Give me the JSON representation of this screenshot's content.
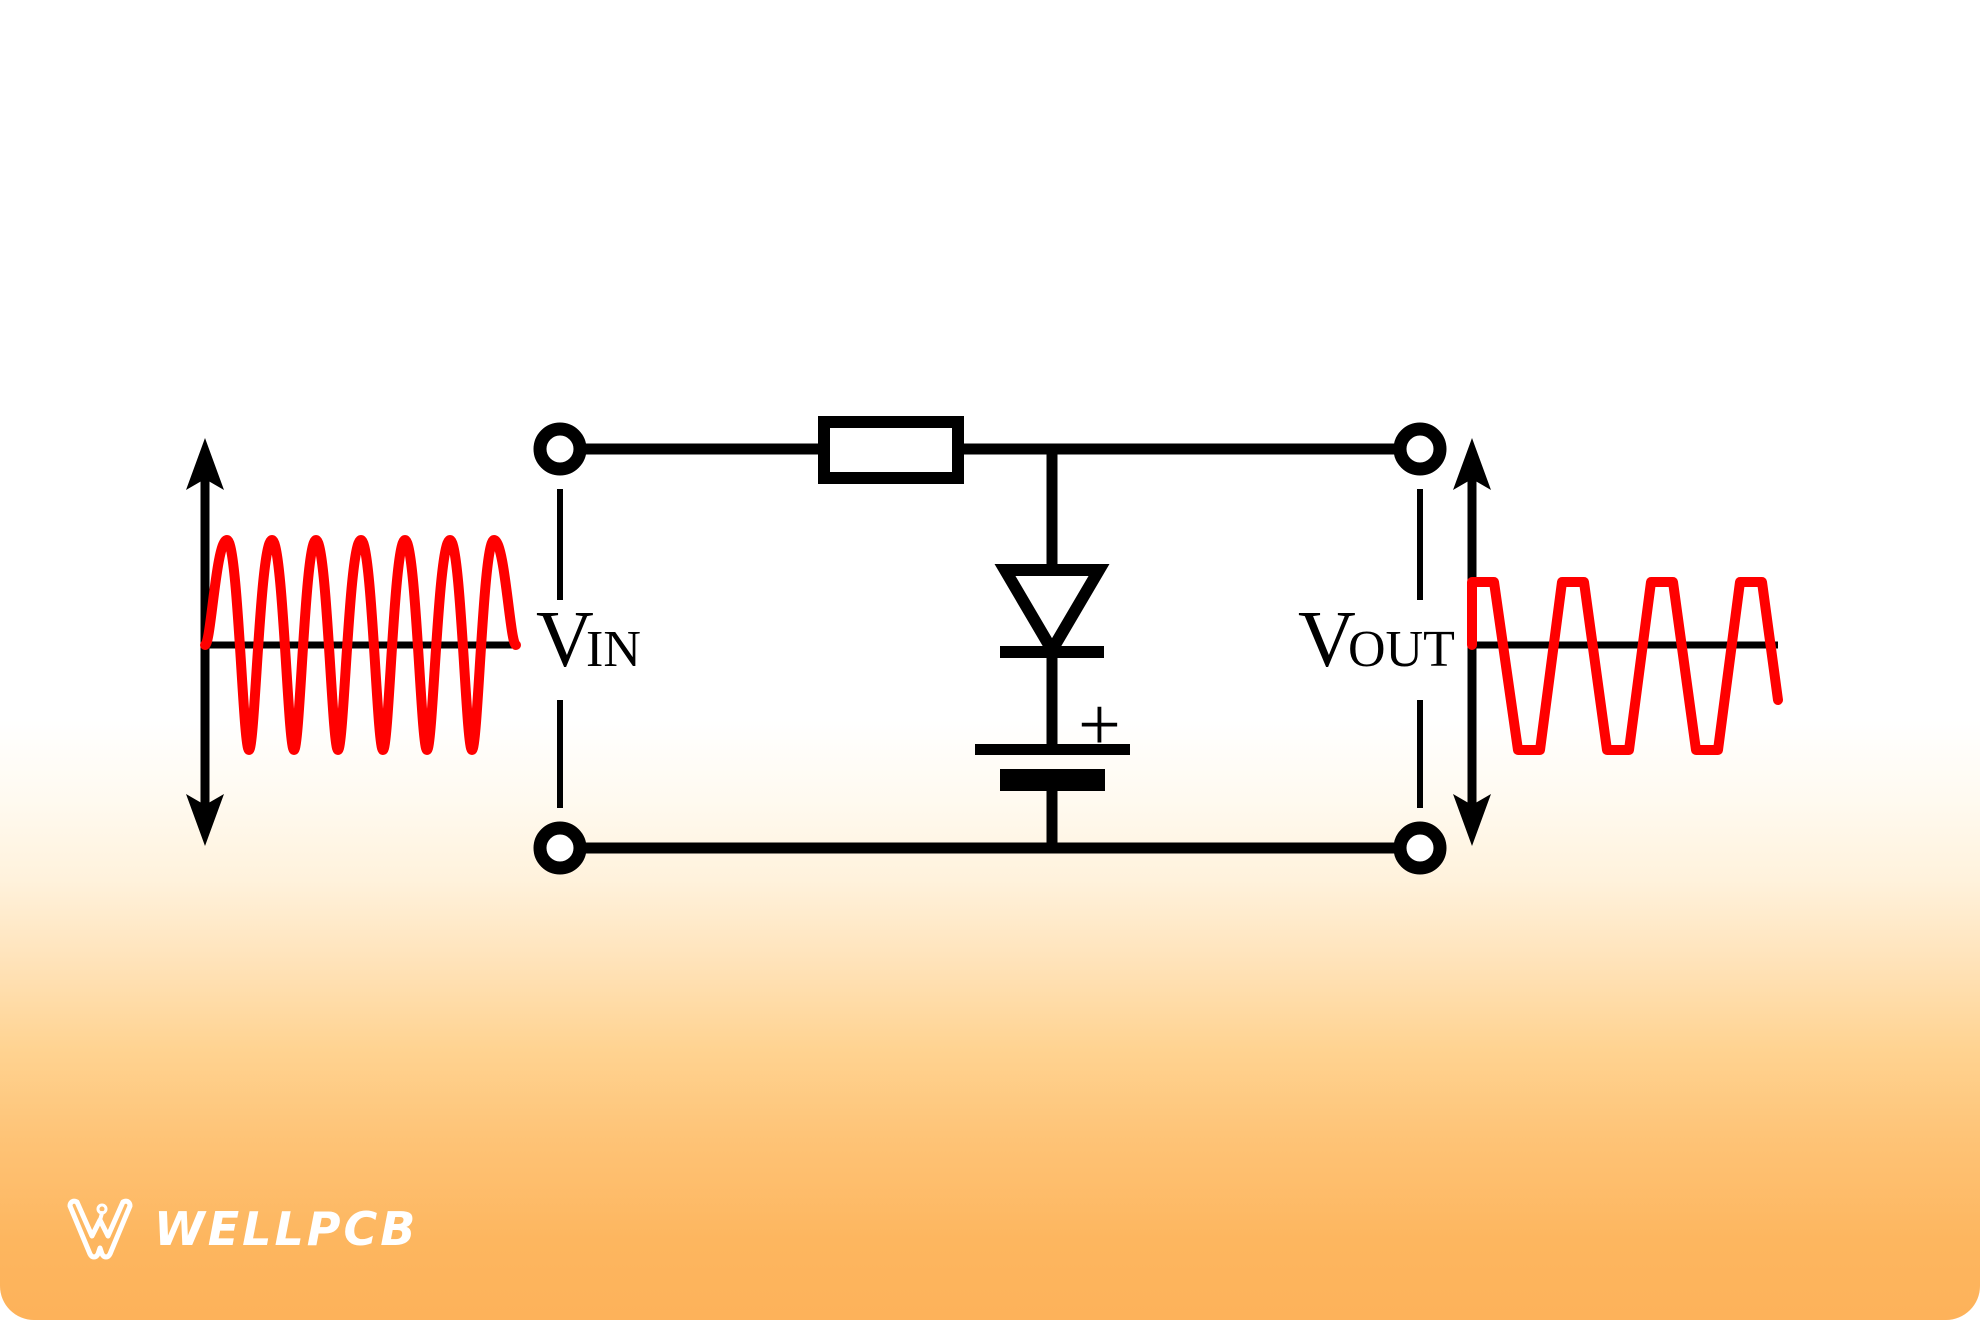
{
  "figure": {
    "title": "Diode clipper circuit with biased shunt diode",
    "background_top_color": "#ffffff",
    "background_bottom_color": "#fdb25a",
    "wire_color": "#000000",
    "waveform_color": "#ff0000"
  },
  "labels": {
    "vin": {
      "main": "V",
      "sub": "IN"
    },
    "vout": {
      "main": "V",
      "sub": "OUT"
    },
    "battery_polarity": "+"
  },
  "components": [
    {
      "name": "series-resistor",
      "type": "resistor",
      "orientation": "horizontal"
    },
    {
      "name": "shunt-diode",
      "type": "diode",
      "orientation": "vertical-cathode-down"
    },
    {
      "name": "bias-battery",
      "type": "battery",
      "orientation": "vertical-positive-up"
    },
    {
      "name": "input-terminal-top",
      "type": "terminal-node"
    },
    {
      "name": "input-terminal-bottom",
      "type": "terminal-node"
    },
    {
      "name": "output-terminal-top",
      "type": "terminal-node"
    },
    {
      "name": "output-terminal-bottom",
      "type": "terminal-node"
    }
  ],
  "branding": {
    "logo_mark": "wellpcb-w-mark",
    "logo_text": "WELLPCB",
    "logo_color": "#ffffff"
  },
  "chart_data": [
    {
      "type": "line",
      "name": "input-waveform",
      "title": "V_IN",
      "waveform": "sine",
      "cycles": 3.5,
      "amplitude": 1.0,
      "clipped": false,
      "axis": {
        "vertical_double_arrow": true,
        "baseline": true
      },
      "x": [
        0,
        0.125,
        0.25,
        0.375,
        0.5,
        0.625,
        0.75,
        0.875,
        1.0
      ],
      "y": [
        0,
        0.707,
        1.0,
        0.707,
        0,
        -0.707,
        -1.0,
        -0.707,
        0
      ],
      "xlabel": "",
      "ylabel": "",
      "ylim": [
        -1.15,
        1.15
      ]
    },
    {
      "type": "line",
      "name": "output-waveform",
      "title": "V_OUT",
      "waveform": "clipped-sine",
      "cycles": 3.5,
      "amplitude": 1.0,
      "clipped": true,
      "clip_level_positive": 0.28,
      "clip_level_negative": null,
      "axis": {
        "vertical_double_arrow": true,
        "baseline": true
      },
      "x": [
        0,
        0.1,
        0.2,
        0.3,
        0.4,
        0.5,
        0.625,
        0.75,
        0.875,
        1.0
      ],
      "y": [
        0,
        0.28,
        0.28,
        0.28,
        0.1,
        0,
        -0.707,
        -1.0,
        -0.707,
        0
      ],
      "xlabel": "",
      "ylabel": "",
      "ylim": [
        -1.15,
        1.15
      ]
    }
  ]
}
